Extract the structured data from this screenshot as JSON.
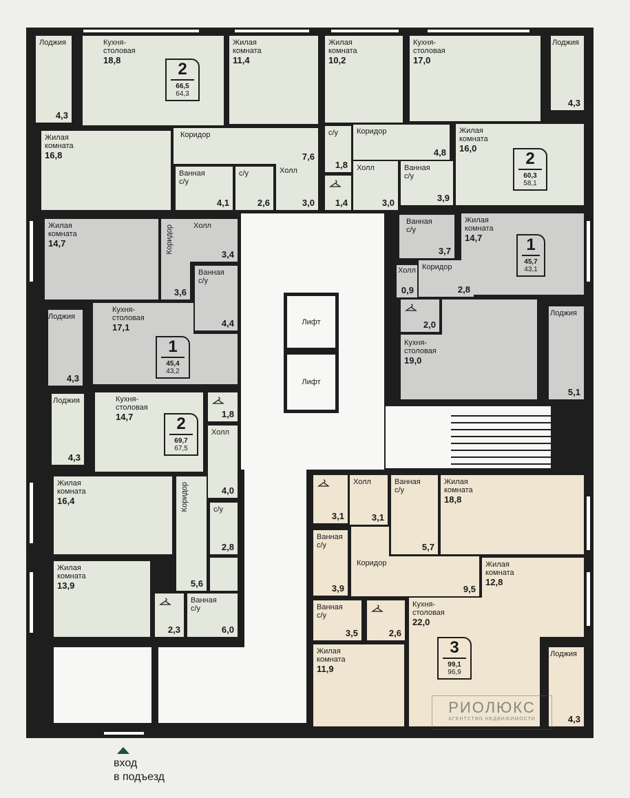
{
  "apartments": [
    {
      "badge": {
        "rooms": "2",
        "total": "66,5",
        "living": "64,3"
      },
      "rooms": [
        {
          "name": "Лоджия",
          "area": "4,3"
        },
        {
          "name": "Кухня-\nстоловая",
          "area": "18,8"
        },
        {
          "name": "Жилая\nкомната",
          "area": "11,4"
        },
        {
          "name": "Жилая\nкомната",
          "area": "16,8"
        },
        {
          "name": "Коридор",
          "area": "7,6"
        },
        {
          "name": "Ванная\nс/у",
          "area": "4,1"
        },
        {
          "name": "с/у",
          "area": "2,6"
        },
        {
          "name": "Холл",
          "area": "3,0"
        }
      ]
    },
    {
      "badge": {
        "rooms": "2",
        "total": "60,3",
        "living": "58,1"
      },
      "rooms": [
        {
          "name": "Жилая\nкомната",
          "area": "10,2"
        },
        {
          "name": "Кухня-\nстоловая",
          "area": "17,0"
        },
        {
          "name": "Лоджия",
          "area": "4,3"
        },
        {
          "name": "с/у",
          "area": "1,8"
        },
        {
          "name": "Коридор",
          "area": "4,8"
        },
        {
          "area": "1,4"
        },
        {
          "name": "Холл",
          "area": "3,0"
        },
        {
          "name": "Ванная\nс/у",
          "area": "3,9"
        },
        {
          "name": "Жилая\nкомната",
          "area": "16,0"
        }
      ]
    },
    {
      "badge": {
        "rooms": "1",
        "total": "45,4",
        "living": "43,2"
      },
      "rooms": [
        {
          "name": "Жилая\nкомната",
          "area": "14,7"
        },
        {
          "name": "Коридор",
          "area": "3,6"
        },
        {
          "name": "Холл",
          "area": "3,4"
        },
        {
          "name": "Ванная\nс/у",
          "area": "4,4"
        },
        {
          "name": "Лоджия",
          "area": "4,3"
        },
        {
          "name": "Кухня-\nстоловая",
          "area": "17,1"
        }
      ]
    },
    {
      "badge": {
        "rooms": "2",
        "total": "69,7",
        "living": "67,5"
      },
      "rooms": [
        {
          "name": "Лоджия",
          "area": "4,3"
        },
        {
          "name": "Кухня-\nстоловая",
          "area": "14,7"
        },
        {
          "area": "1,8"
        },
        {
          "name": "Холл",
          "area": "4,0"
        },
        {
          "name": "Жилая\nкомната",
          "area": "16,4"
        },
        {
          "name": "Коридор",
          "area": "5,6"
        },
        {
          "name": "с/у",
          "area": "2,8"
        },
        {
          "name": "Жилая\nкомната",
          "area": "13,9"
        },
        {
          "area": "2,3"
        },
        {
          "name": "Ванная\nс/у",
          "area": "6,0"
        }
      ]
    },
    {
      "badge": {
        "rooms": "1",
        "total": "45,7",
        "living": "43,1"
      },
      "rooms": [
        {
          "name": "Ванная\nс/у",
          "area": "3,7"
        },
        {
          "name": "Жилая\nкомната",
          "area": "14,7"
        },
        {
          "name": "Холл",
          "area": "0,9"
        },
        {
          "name": "Коридор",
          "area": "2,8"
        },
        {
          "area": "2,0"
        },
        {
          "name": "Кухня-\nстоловая",
          "area": "19,0"
        },
        {
          "name": "Лоджия",
          "area": "5,1"
        }
      ]
    },
    {
      "badge": {
        "rooms": "3",
        "total": "99,1",
        "living": "96,9"
      },
      "rooms": [
        {
          "area": "3,1"
        },
        {
          "name": "Холл",
          "area": "3,1"
        },
        {
          "name": "Ванная\nс/у",
          "area": "5,7"
        },
        {
          "name": "Жилая\nкомната",
          "area": "18,8"
        },
        {
          "name": "Ванная\nс/у",
          "area": "3,9"
        },
        {
          "name": "Коридор",
          "area": "9,5"
        },
        {
          "name": "Жилая\nкомната",
          "area": "12,8"
        },
        {
          "name": "Ванная\nс/у",
          "area": "3,5"
        },
        {
          "area": "2,6"
        },
        {
          "name": "Кухня-\nстоловая",
          "area": "22,0"
        },
        {
          "name": "Жилая\nкомната",
          "area": "11,9"
        },
        {
          "name": "Лоджия",
          "area": "4,3"
        }
      ]
    }
  ],
  "lifts": [
    "Лифт",
    "Лифт"
  ],
  "entrance": {
    "line1": "вход",
    "line2": "в подъезд"
  },
  "logo": {
    "name": "РИОЛЮКС",
    "tagline": "АГЕНТСТВО НЕДВИЖИМОСТИ"
  },
  "colors": {
    "wall": "#1e1e1e",
    "two_room": "#e3e7dc",
    "one_room": "#cfd0ce",
    "three_room": "#efe5d1",
    "entrance_arrow": "#1f4d3f"
  }
}
